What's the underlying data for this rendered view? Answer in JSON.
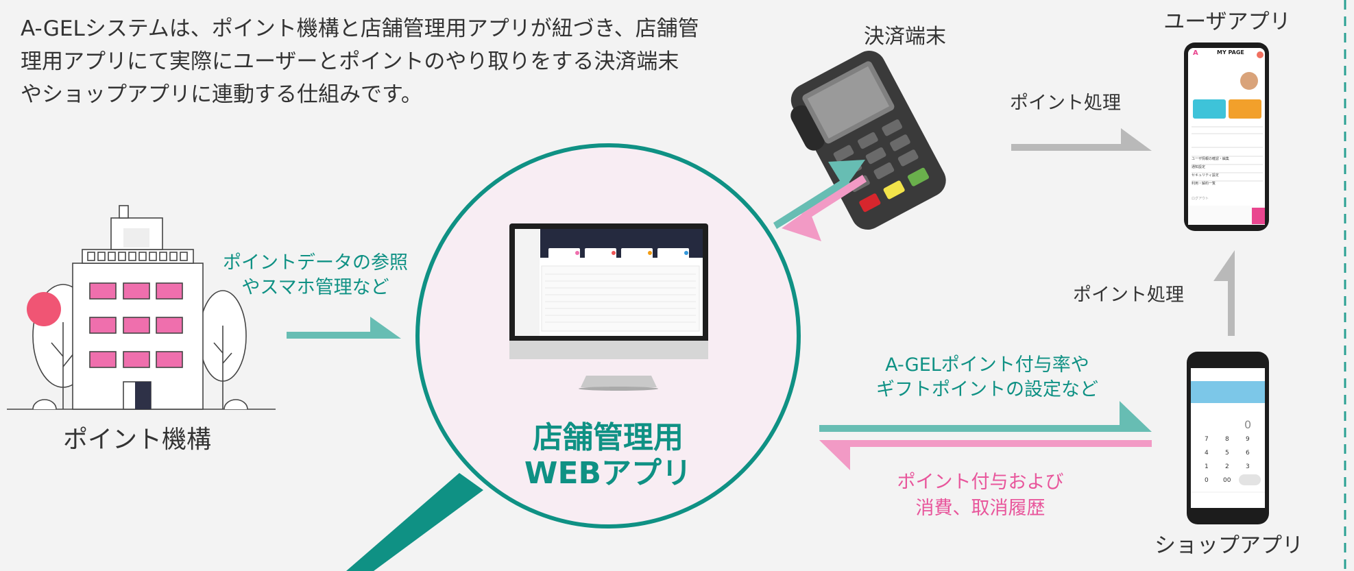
{
  "intro_text": "A-GELシステムは、ポイント機構と店舗管理用アプリが紐づき、店舗管理用アプリにて実際にユーザーとポイントのやり取りをする決済端末やショップアプリに連動する仕組みです。",
  "nodes": {
    "point_org": "ポイント機構",
    "web_app_line1": "店舗管理用",
    "web_app_line2": "WEBアプリ",
    "terminal": "決済端末",
    "user_app": "ユーザアプリ",
    "shop_app": "ショップアプリ"
  },
  "edges": {
    "org_to_web_line1": "ポイントデータの参照",
    "org_to_web_line2": "やスマホ管理など",
    "terminal_to_user": "ポイント処理",
    "shop_to_user": "ポイント処理",
    "web_to_shop_line1": "A-GELポイント付与率や",
    "web_to_shop_line2": "ギフトポイントの設定など",
    "shop_to_web_line1": "ポイント付与および",
    "shop_to_web_line2": "消費、取消履歴"
  },
  "user_app_screen": {
    "header": "MY PAGE",
    "brand": "A",
    "menu_items": [
      "ユーザ情報の確認・編集",
      "通知設定",
      "セキュリティ設定",
      "利用・解約一覧"
    ],
    "logout": "ログアウト"
  },
  "shop_app_screen": {
    "display": "0",
    "keys": [
      "7",
      "8",
      "9",
      "4",
      "5",
      "6",
      "1",
      "2",
      "3",
      "0",
      "00"
    ]
  },
  "colors": {
    "teal": "#0f9184",
    "teal_light": "#67bdb3",
    "pink": "#f29ac5",
    "pink_text": "#e8559b",
    "gray_arrow": "#b9b9b9",
    "circle_fill": "#f8edf3"
  }
}
